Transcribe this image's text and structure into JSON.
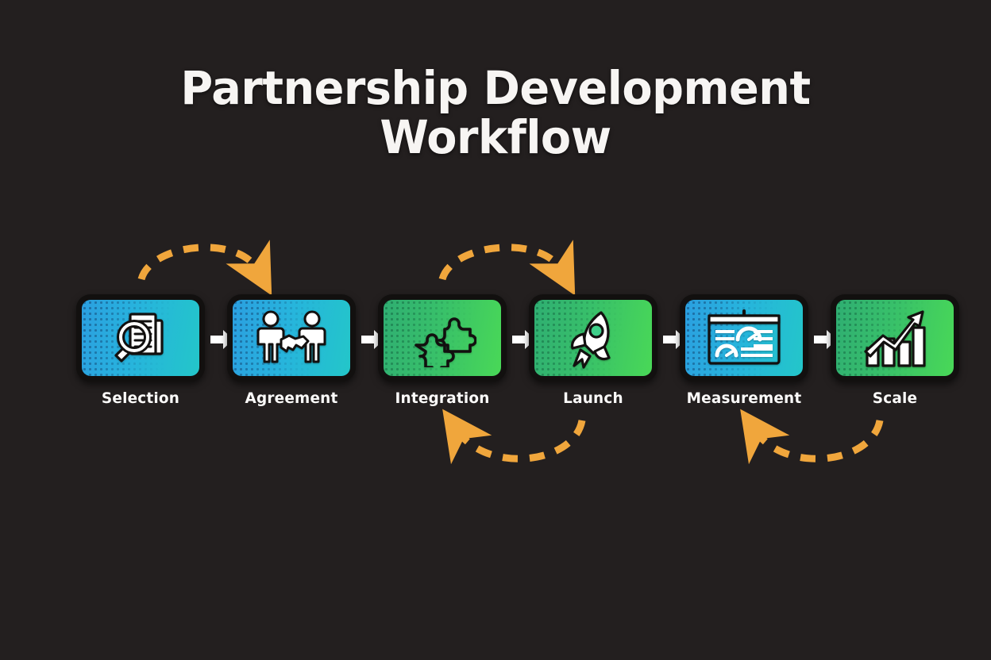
{
  "page": {
    "background_color": "#231f1f",
    "title_lines": [
      "Partnership Development",
      "Workflow"
    ],
    "title_color": "#f7f5f3"
  },
  "colors": {
    "blue_gradient_start": "#2b9fe0",
    "blue_gradient_end": "#23c6c9",
    "green_gradient_start": "#2fae72",
    "green_gradient_end": "#49d857",
    "tile_border": "#12100f",
    "arrow_white": "#ffffff",
    "dashed_arrow_orange": "#f0a63c",
    "icon_white": "#ffffff"
  },
  "workflow": {
    "steps": [
      {
        "label": "Selection",
        "icon": "magnifier-documents-icon",
        "theme": "blue"
      },
      {
        "label": "Agreement",
        "icon": "handshake-people-icon",
        "theme": "blue"
      },
      {
        "label": "Integration",
        "icon": "puzzle-pieces-icon",
        "theme": "green"
      },
      {
        "label": "Launch",
        "icon": "rocket-icon",
        "theme": "green"
      },
      {
        "label": "Measurement",
        "icon": "dashboard-gauges-icon",
        "theme": "blue"
      },
      {
        "label": "Scale",
        "icon": "bar-chart-growth-icon",
        "theme": "green"
      }
    ],
    "connectors": [
      {
        "icon": "right-arrow-icon",
        "from": "Selection",
        "to": "Agreement"
      },
      {
        "icon": "right-arrow-icon",
        "from": "Agreement",
        "to": "Integration"
      },
      {
        "icon": "right-arrow-icon",
        "from": "Integration",
        "to": "Launch"
      },
      {
        "icon": "right-arrow-icon",
        "from": "Launch",
        "to": "Measurement"
      },
      {
        "icon": "right-arrow-icon",
        "from": "Measurement",
        "to": "Scale"
      }
    ],
    "feedback_arrows": [
      {
        "icon": "dashed-curved-arrow-icon",
        "position": "top",
        "from": "Selection",
        "to": "Agreement",
        "direction": "forward"
      },
      {
        "icon": "dashed-curved-arrow-icon",
        "position": "top",
        "from": "Integration",
        "to": "Launch",
        "direction": "forward"
      },
      {
        "icon": "dashed-curved-arrow-icon",
        "position": "bottom",
        "from": "Launch",
        "to": "Integration",
        "direction": "backward"
      },
      {
        "icon": "dashed-curved-arrow-icon",
        "position": "bottom",
        "from": "Scale",
        "to": "Measurement",
        "direction": "backward"
      }
    ]
  }
}
